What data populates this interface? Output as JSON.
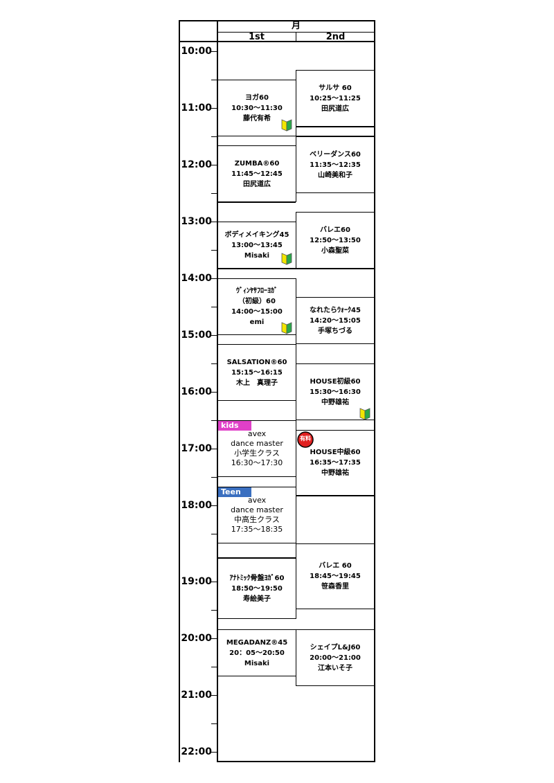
{
  "header": {
    "day": "月",
    "columns": [
      "1st",
      "2nd"
    ]
  },
  "times": [
    "10:00",
    "11:00",
    "12:00",
    "13:00",
    "14:00",
    "15:00",
    "16:00",
    "17:00",
    "18:00",
    "19:00",
    "20:00",
    "21:00",
    "22:00"
  ],
  "col1": [
    {
      "lines": [
        "ヨガ60",
        "10:30～11:30",
        "藤代有希"
      ]
    },
    {
      "lines": [
        "ZUMBA®60",
        "11:45～12:45",
        "田尻道広"
      ]
    },
    {
      "lines": [
        "ボディメイキング45",
        "13:00～13:45",
        "Misaki"
      ]
    },
    {
      "lines": [
        "ｳﾞｨﾝﾔｻﾌﾛｰﾖｶﾞ",
        "（初級）60",
        "14:00～15:00",
        "emi"
      ]
    },
    {
      "lines": [
        "SALSATION®60",
        "15:15～16:15",
        "木上　真理子"
      ]
    },
    {
      "lines": [
        "avex",
        "dance master",
        "小学生クラス",
        "16:30～17:30"
      ]
    },
    {
      "lines": [
        "avex",
        "dance master",
        "中高生クラス",
        "17:35～18:35"
      ]
    },
    {
      "lines": [
        "ｱﾅﾄﾐｯｸ骨盤ﾖｶﾞ60",
        "18:50～19:50",
        "寿絵美子"
      ]
    },
    {
      "lines": [
        "MEGADANZ®45",
        "20：05～20:50",
        "Misaki"
      ]
    }
  ],
  "col2": [
    {
      "lines": [
        "サルサ 60",
        "10:25～11:25",
        "田尻道広"
      ]
    },
    {
      "lines": [
        "ベリーダンス60",
        "11:35～12:35",
        "山崎美和子"
      ]
    },
    {
      "lines": [
        "バレエ60",
        "12:50～13:50",
        "小森聖菜"
      ]
    },
    {
      "lines": [
        "なれたらｳｫｰｸ45",
        "14:20～15:05",
        "手塚ちづる"
      ]
    },
    {
      "lines": [
        "HOUSE初級60",
        "15:30～16:30",
        "中野雄祐"
      ]
    },
    {
      "lines": [
        "HOUSE中級60",
        "16:35～17:35",
        "中野雄祐"
      ]
    },
    {
      "lines": [
        "バレエ 60",
        "18:45～19:45",
        "笹森香里"
      ]
    },
    {
      "lines": [
        "シェイプL&J60",
        "20:00～21:00",
        "江本いそ子"
      ]
    }
  ],
  "badges": {
    "kids": "kids",
    "teen": "Teen",
    "fee": "有料"
  },
  "colors": {
    "kids": "#e040c8",
    "teen": "#3a6fc0",
    "beginner_yellow": "#f3e600",
    "beginner_green": "#2aa84a",
    "fee_red": "#e02020"
  }
}
